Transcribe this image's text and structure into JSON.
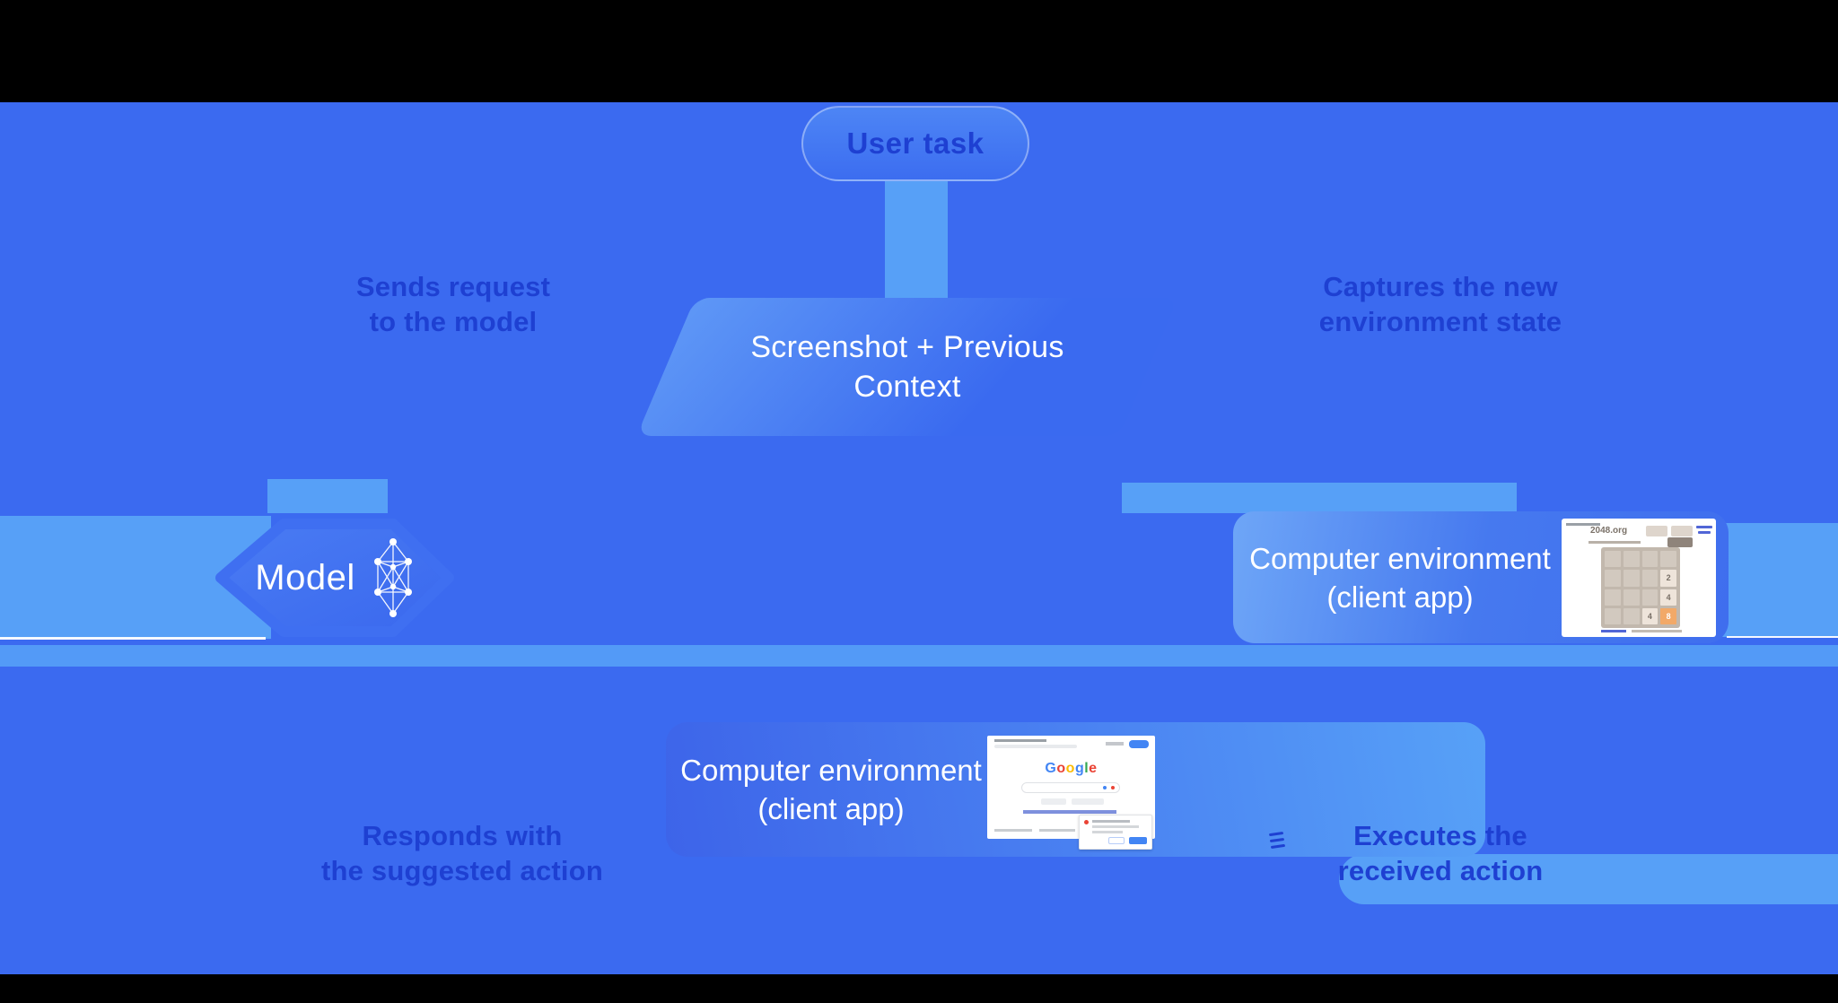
{
  "diagram": {
    "pill": {
      "label": "User task"
    },
    "screenshot_context": {
      "line1": "Screenshot + Previous",
      "line2": "Context"
    },
    "model": {
      "label": "Model"
    },
    "env_right": {
      "line1": "Computer environment",
      "line2": "(client app)"
    },
    "env_bottom": {
      "line1": "Computer environment",
      "line2": "(client app)"
    },
    "arrow_labels": {
      "top_left": {
        "line1": "Sends request",
        "line2": "to the model"
      },
      "top_right": {
        "line1": "Captures the new",
        "line2": "environment state"
      },
      "bottom_left": {
        "line1": "Responds with",
        "line2": "the suggested action"
      },
      "bottom_right": {
        "line1": "Executes the",
        "line2": "received action"
      }
    },
    "colors": {
      "background": "#3b6af0",
      "ribbon": "#57a0f7",
      "label_text": "#1e40d2",
      "letterbox": "#000000"
    }
  },
  "mini_2048": {
    "site": "2048.org",
    "tiles": [
      {
        "v": "2"
      },
      {
        "v": "4"
      },
      {
        "v": "4"
      },
      {
        "v": "8"
      }
    ]
  },
  "mini_google": {
    "logo": [
      {
        "ch": "G",
        "style": "color:#4285F4"
      },
      {
        "ch": "o",
        "style": "color:#EA4335"
      },
      {
        "ch": "o",
        "style": "color:#FBBC05"
      },
      {
        "ch": "g",
        "style": "color:#4285F4"
      },
      {
        "ch": "l",
        "style": "color:#34A853"
      },
      {
        "ch": "e",
        "style": "color:#EA4335"
      }
    ]
  }
}
